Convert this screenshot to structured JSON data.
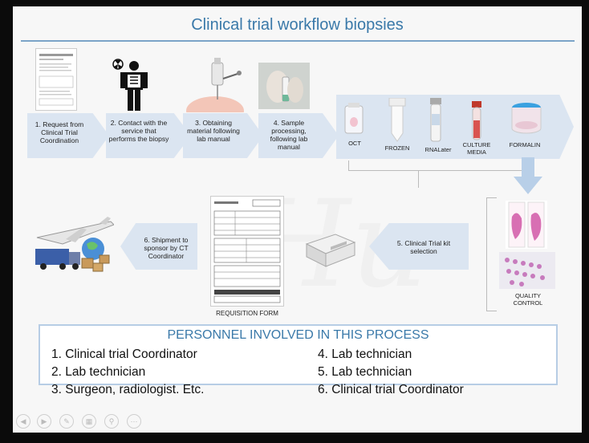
{
  "title": "Clinical trial workflow biopsies",
  "steps": [
    {
      "label": "1. Request from Clinical Trial Coordination"
    },
    {
      "label": "2. Contact with the service that performs the biopsy"
    },
    {
      "label": "3. Obtaining material following lab manual"
    },
    {
      "label": "4. Sample processing, following lab manual"
    },
    {
      "label": "5. Clinical Trial kit selection"
    },
    {
      "label": "6. Shipment to sponsor by CT Coordinator"
    }
  ],
  "tubes": [
    {
      "label": "OCT"
    },
    {
      "label": "FROZEN"
    },
    {
      "label": "RNALater"
    },
    {
      "label": "CULTURE MEDIA"
    },
    {
      "label": "FORMALIN"
    }
  ],
  "quality_control": "QUALITY CONTROL",
  "requisition_form": "REQUISITION FORM",
  "personnel": {
    "title": "PERSONNEL INVOLVED IN THIS PROCESS",
    "items": [
      "1. Clinical trial Coordinator",
      "2. Lab technician",
      "3. Surgeon, radiologist. Etc.",
      "4. Lab technician",
      "5. Lab technician",
      "6. Clinical trial Coordinator"
    ]
  },
  "colors": {
    "accent": "#3a79a9",
    "panel": "#dbe5f1"
  },
  "controls": [
    "prev-icon",
    "next-icon",
    "pen-icon",
    "slides-icon",
    "zoom-icon",
    "more-icon"
  ]
}
